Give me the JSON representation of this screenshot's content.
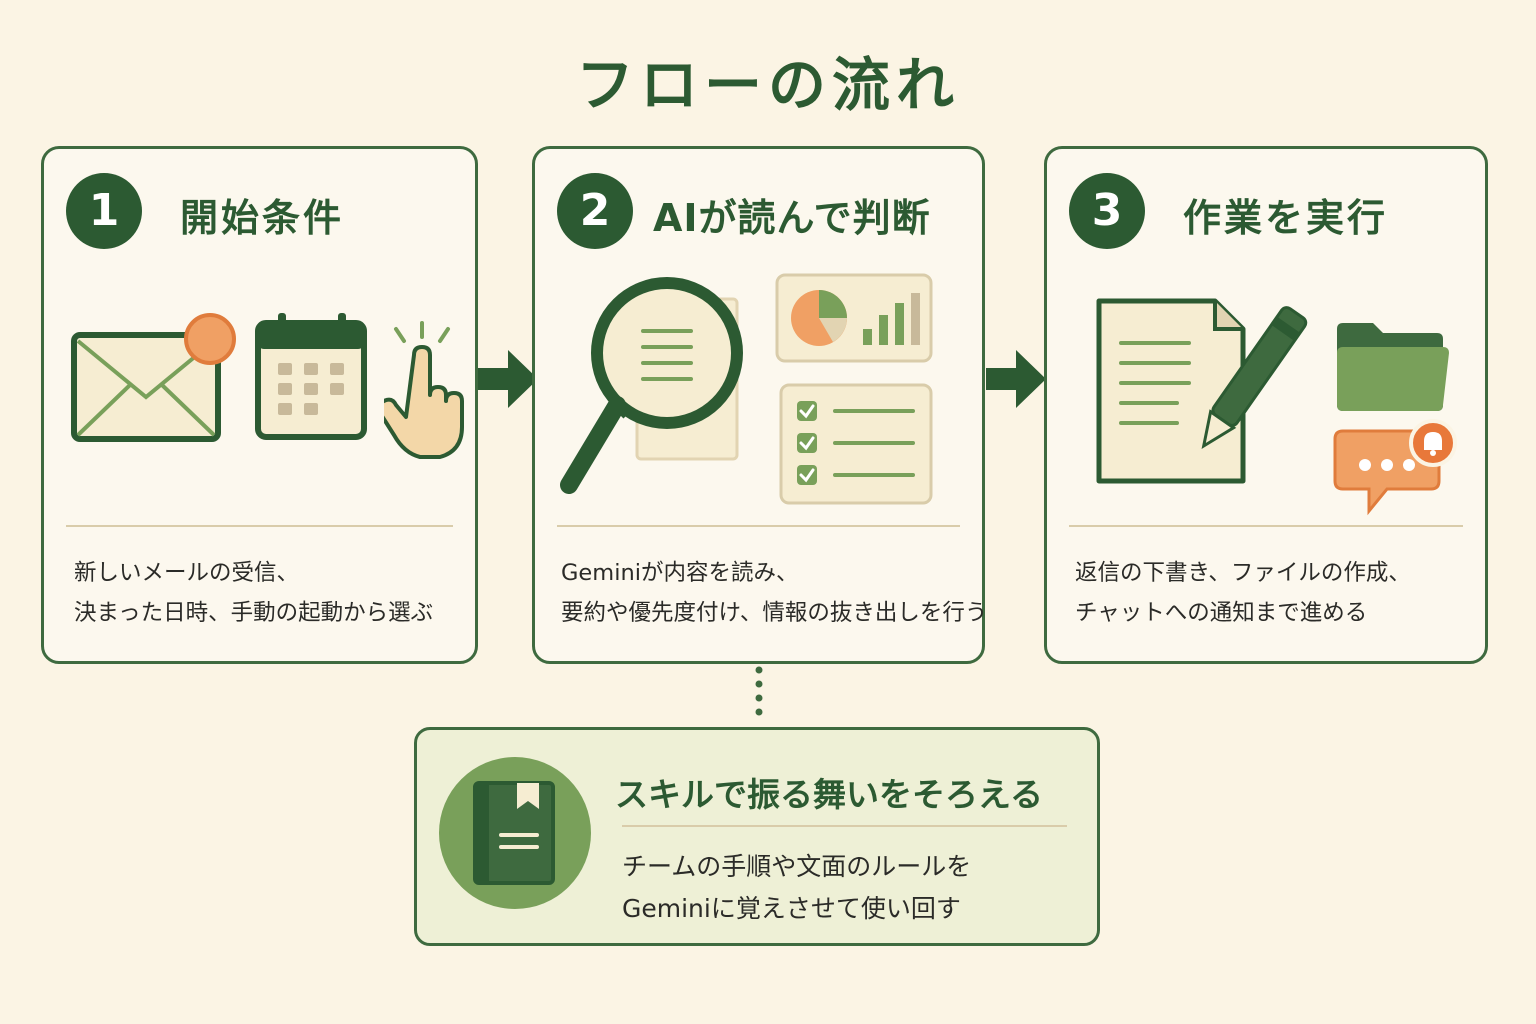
{
  "title": "フローの流れ",
  "steps": [
    {
      "number": "1",
      "title": "開始条件",
      "desc_lines": [
        "新しいメールの受信、",
        "決まった日時、手動の起動から選ぶ"
      ],
      "icons": [
        "envelope-icon",
        "calendar-icon",
        "tap-hand-icon"
      ]
    },
    {
      "number": "2",
      "title": "AIが読んで判断",
      "desc_lines": [
        "Geminiが内容を読み、",
        "要約や優先度付け、情報の抜き出しを行う"
      ],
      "icons": [
        "magnifier-document-icon",
        "pie-bar-chart-icon",
        "checklist-icon"
      ]
    },
    {
      "number": "3",
      "title": "作業を実行",
      "desc_lines": [
        "返信の下書き、ファイルの作成、",
        "チャットへの通知まで進める"
      ],
      "icons": [
        "document-pen-icon",
        "folder-icon",
        "chat-bell-icon"
      ]
    }
  ],
  "skill": {
    "title": "スキルで振る舞いをそろえる",
    "desc_lines": [
      "チームの手順や文面のルールを",
      "Geminiに覚えさせて使い回す"
    ],
    "icon": "book-icon"
  },
  "colors": {
    "background": "#fbf4e4",
    "dark_green": "#2c5a32",
    "mid_green": "#79a05a",
    "orange": "#f0a064",
    "cream": "#f6edd2"
  }
}
